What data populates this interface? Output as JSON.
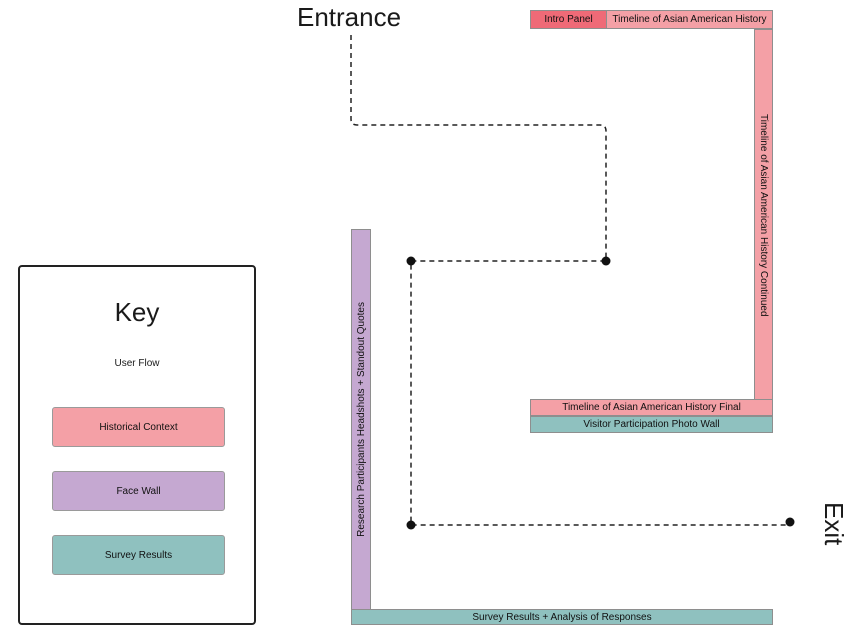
{
  "labels": {
    "entrance": "Entrance",
    "exit": "Exit"
  },
  "panels": {
    "intro": "Intro Panel",
    "timeline": "Timeline of Asian American History",
    "timeline_continued": "Timeline of Asian American History Continued",
    "timeline_final": "Timeline of Asian American History Final",
    "photo_wall": "Visitor Participation Photo Wall",
    "headshots": "Research Participants Headshots + Standout Quotes",
    "survey_analysis": "Survey Results + Analysis of Responses"
  },
  "key": {
    "title": "Key",
    "user_flow": "User Flow",
    "historical_context": "Historical Context",
    "face_wall": "Face Wall",
    "survey_results": "Survey Results"
  },
  "colors": {
    "historical_context": "#f4a0a6",
    "intro_panel": "#ef6a77",
    "face_wall": "#c5a8d1",
    "survey_results": "#8fc1bf"
  }
}
